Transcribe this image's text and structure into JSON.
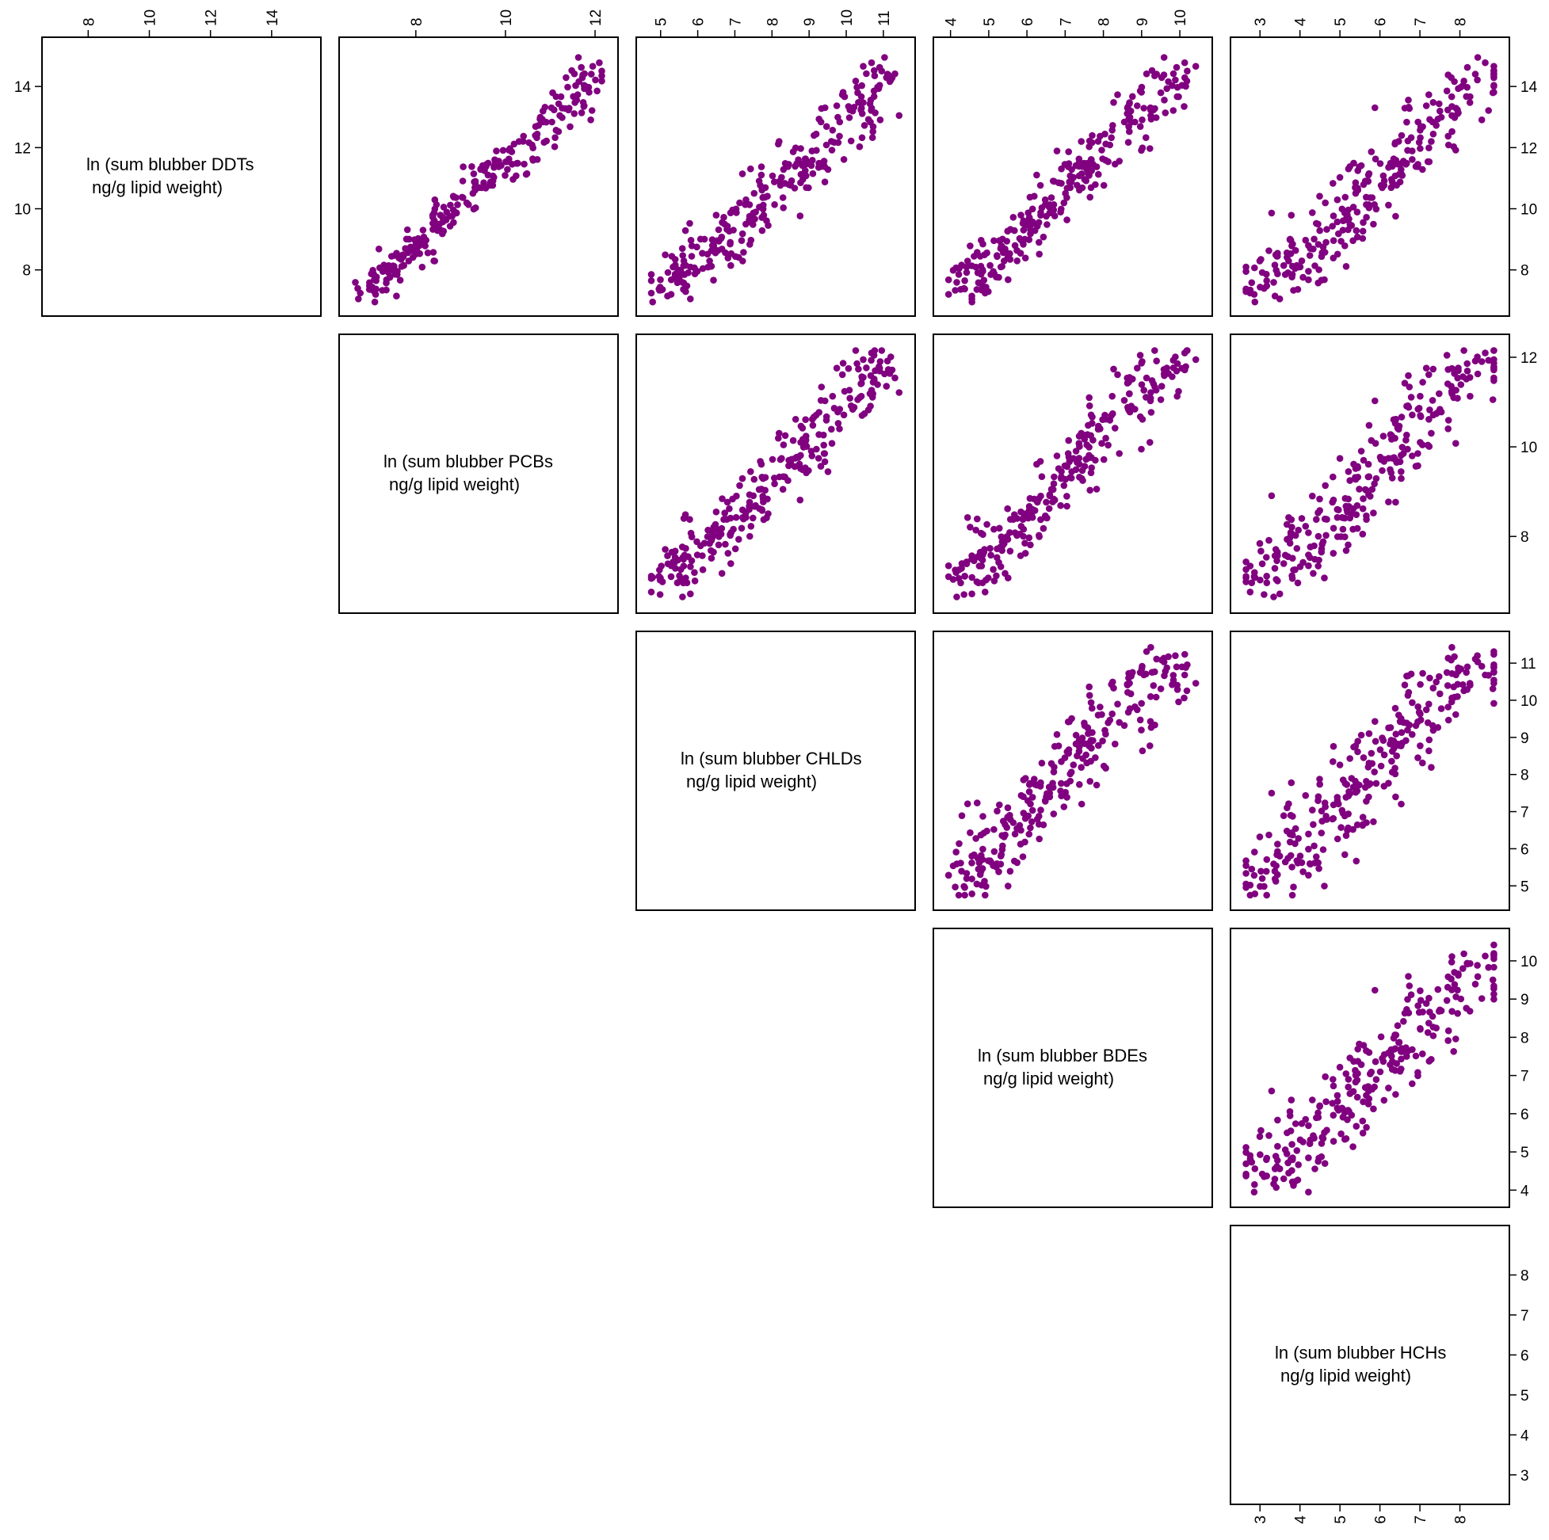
{
  "chart_data": {
    "type": "scatter",
    "layout": "scatterplot-matrix-upper",
    "point_color": "#800080",
    "variables": [
      {
        "line1": "ln (sum blubber DDTs",
        "line2": "ng/g lipid weight)",
        "range": [
          6.8,
          15.3
        ],
        "ticks": [
          8,
          10,
          12,
          14
        ]
      },
      {
        "line1": "ln (sum blubber PCBs",
        "line2": "ng/g lipid weight)",
        "range": [
          6.5,
          12.3
        ],
        "ticks": [
          8,
          10,
          12
        ]
      },
      {
        "line1": "ln (sum blubber CHLDs",
        "line2": "ng/g lipid weight)",
        "range": [
          4.6,
          11.6
        ],
        "ticks": [
          5,
          6,
          7,
          8,
          9,
          10,
          11
        ]
      },
      {
        "line1": "ln (sum blubber BDEs",
        "line2": "ng/g lipid weight)",
        "range": [
          3.8,
          10.6
        ],
        "ticks": [
          4,
          5,
          6,
          7,
          8,
          9,
          10
        ]
      },
      {
        "line1": "ln (sum blubber HCHs",
        "line2": "ng/g lipid weight)",
        "range": [
          2.5,
          9.0
        ],
        "ticks": [
          3,
          4,
          5,
          6,
          7,
          8
        ]
      }
    ],
    "trend": {
      "description": "strong positive linear relationships between all pairs",
      "anchor_points": [
        [
          7.3,
          6.9,
          5.0,
          4.2,
          3.0
        ],
        [
          8.6,
          7.8,
          6.2,
          5.3,
          4.2
        ],
        [
          10.0,
          8.8,
          7.6,
          6.5,
          5.3
        ],
        [
          11.4,
          10.0,
          8.9,
          7.7,
          6.4
        ],
        [
          13.0,
          11.3,
          10.3,
          8.9,
          7.5
        ],
        [
          14.6,
          12.0,
          11.2,
          10.0,
          8.8
        ]
      ],
      "n_points": 260
    }
  }
}
